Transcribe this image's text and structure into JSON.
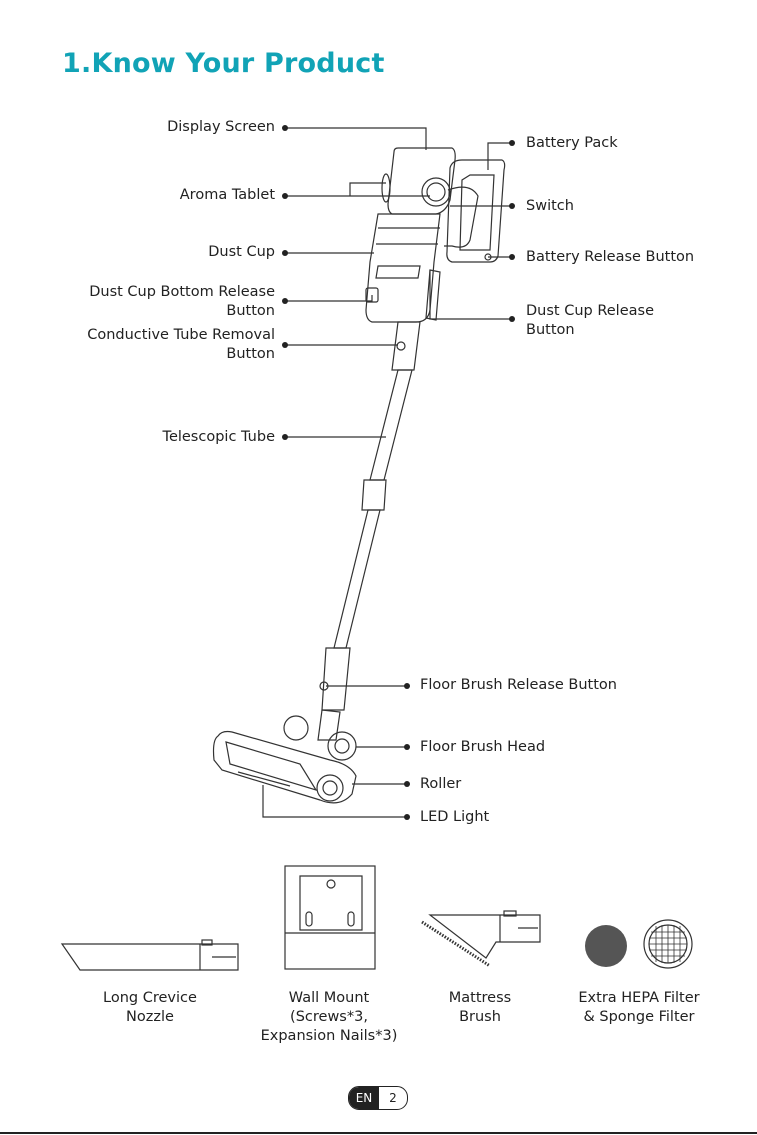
{
  "page_title": "1.Know Your Product",
  "left_labels": {
    "display_screen": "Display Screen",
    "aroma_tablet": "Aroma Tablet",
    "dust_cup": "Dust Cup",
    "dust_cup_bottom_release_1": "Dust Cup Bottom Release",
    "dust_cup_bottom_release_2": "Button",
    "conductive_tube_1": "Conductive Tube Removal",
    "conductive_tube_2": "Button",
    "telescopic_tube": "Telescopic Tube"
  },
  "right_labels": {
    "battery_pack": "Battery Pack",
    "switch": "Switch",
    "battery_release_button": "Battery Release Button",
    "dust_cup_release_1": "Dust Cup Release",
    "dust_cup_release_2": "Button",
    "floor_brush_release_button": "Floor Brush Release Button",
    "floor_brush_head": "Floor Brush Head",
    "roller": "Roller",
    "led_light": "LED Light"
  },
  "accessories": [
    {
      "line1": "Long Crevice",
      "line2": "Nozzle",
      "line3": ""
    },
    {
      "line1": "Wall Mount",
      "line2": "(Screws*3,",
      "line3": "Expansion Nails*3)"
    },
    {
      "line1": "Mattress",
      "line2": "Brush",
      "line3": ""
    },
    {
      "line1": "Extra HEPA Filter",
      "line2": "& Sponge Filter",
      "line3": ""
    }
  ],
  "footer": {
    "lang": "EN",
    "page_number": "2"
  }
}
